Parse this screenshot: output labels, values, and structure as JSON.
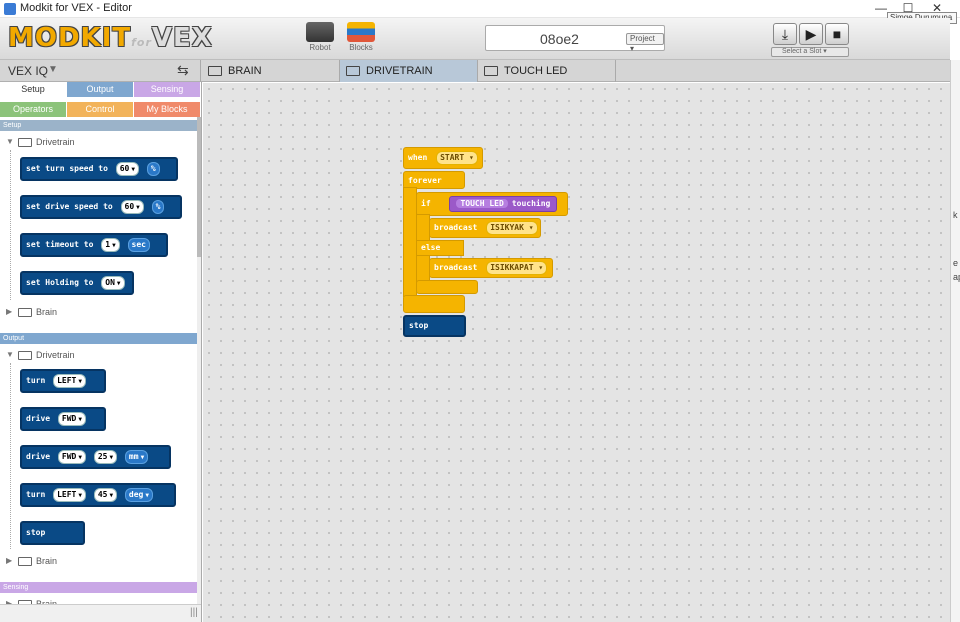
{
  "window": {
    "title": "Modkit for VEX - Editor",
    "minimize": "—",
    "maximize": "☐",
    "close": "✕",
    "tooltip": "Simge Durumuna"
  },
  "toolbar": {
    "logo_main": "MODKIT",
    "logo_for": "for",
    "logo_vex": "VEX",
    "robot_label": "Robot",
    "blocks_label": "Blocks",
    "project_name": "08oe2",
    "project_button": "Project",
    "download_icon": "⤓",
    "play_icon": "▶",
    "stop_icon": "■",
    "slot_select": "Select a Slot"
  },
  "tabs": {
    "platform": "VEX IQ",
    "devices": [
      "BRAIN",
      "DRIVETRAIN",
      "TOUCH LED"
    ]
  },
  "sidebar": {
    "category_tabs_row1": [
      "Setup",
      "Output",
      "Sensing"
    ],
    "category_tabs_row2": [
      "Operators",
      "Control",
      "My Blocks"
    ],
    "sections": {
      "setup": "Setup",
      "output": "Output",
      "sensing": "Sensing"
    },
    "tree": {
      "drivetrain": "Drivetrain",
      "brain": "Brain"
    },
    "setup_blocks": [
      {
        "text": "set turn speed to",
        "value": "60",
        "unit": "%"
      },
      {
        "text": "set drive speed to",
        "value": "60",
        "unit": "%"
      },
      {
        "text": "set timeout to",
        "value": "1",
        "unit": "sec"
      },
      {
        "text": "set Holding to",
        "value": "ON"
      }
    ],
    "output_blocks": [
      {
        "text": "turn",
        "f1": "LEFT"
      },
      {
        "text": "drive",
        "f1": "FWD"
      },
      {
        "text": "drive",
        "f1": "FWD",
        "f2": "25",
        "f3": "mm"
      },
      {
        "text": "turn",
        "f1": "LEFT",
        "f2": "45",
        "f3": "deg"
      },
      {
        "text": "stop"
      }
    ]
  },
  "workspace": {
    "when": "when",
    "start": "START",
    "forever": "forever",
    "if": "if",
    "sensor": "TOUCH LED",
    "condition": "touching",
    "broadcast": "broadcast",
    "msg1": "ISIKYAK",
    "else": "else",
    "msg2": "ISIKKAPAT",
    "stop": "stop"
  },
  "right_edge": [
    "k",
    "e",
    "ap"
  ],
  "colors": {
    "setup_tab": "#ffffff",
    "output_tab": "#7fa7cf",
    "sensing_tab": "#c9a7e6",
    "operators_tab": "#8cc37a",
    "control_tab": "#f2b35a",
    "myblocks_tab": "#f08a6a",
    "device_block": "#0a4a86",
    "event_block": "#f5b400",
    "sensor_block": "#9b59c8"
  }
}
